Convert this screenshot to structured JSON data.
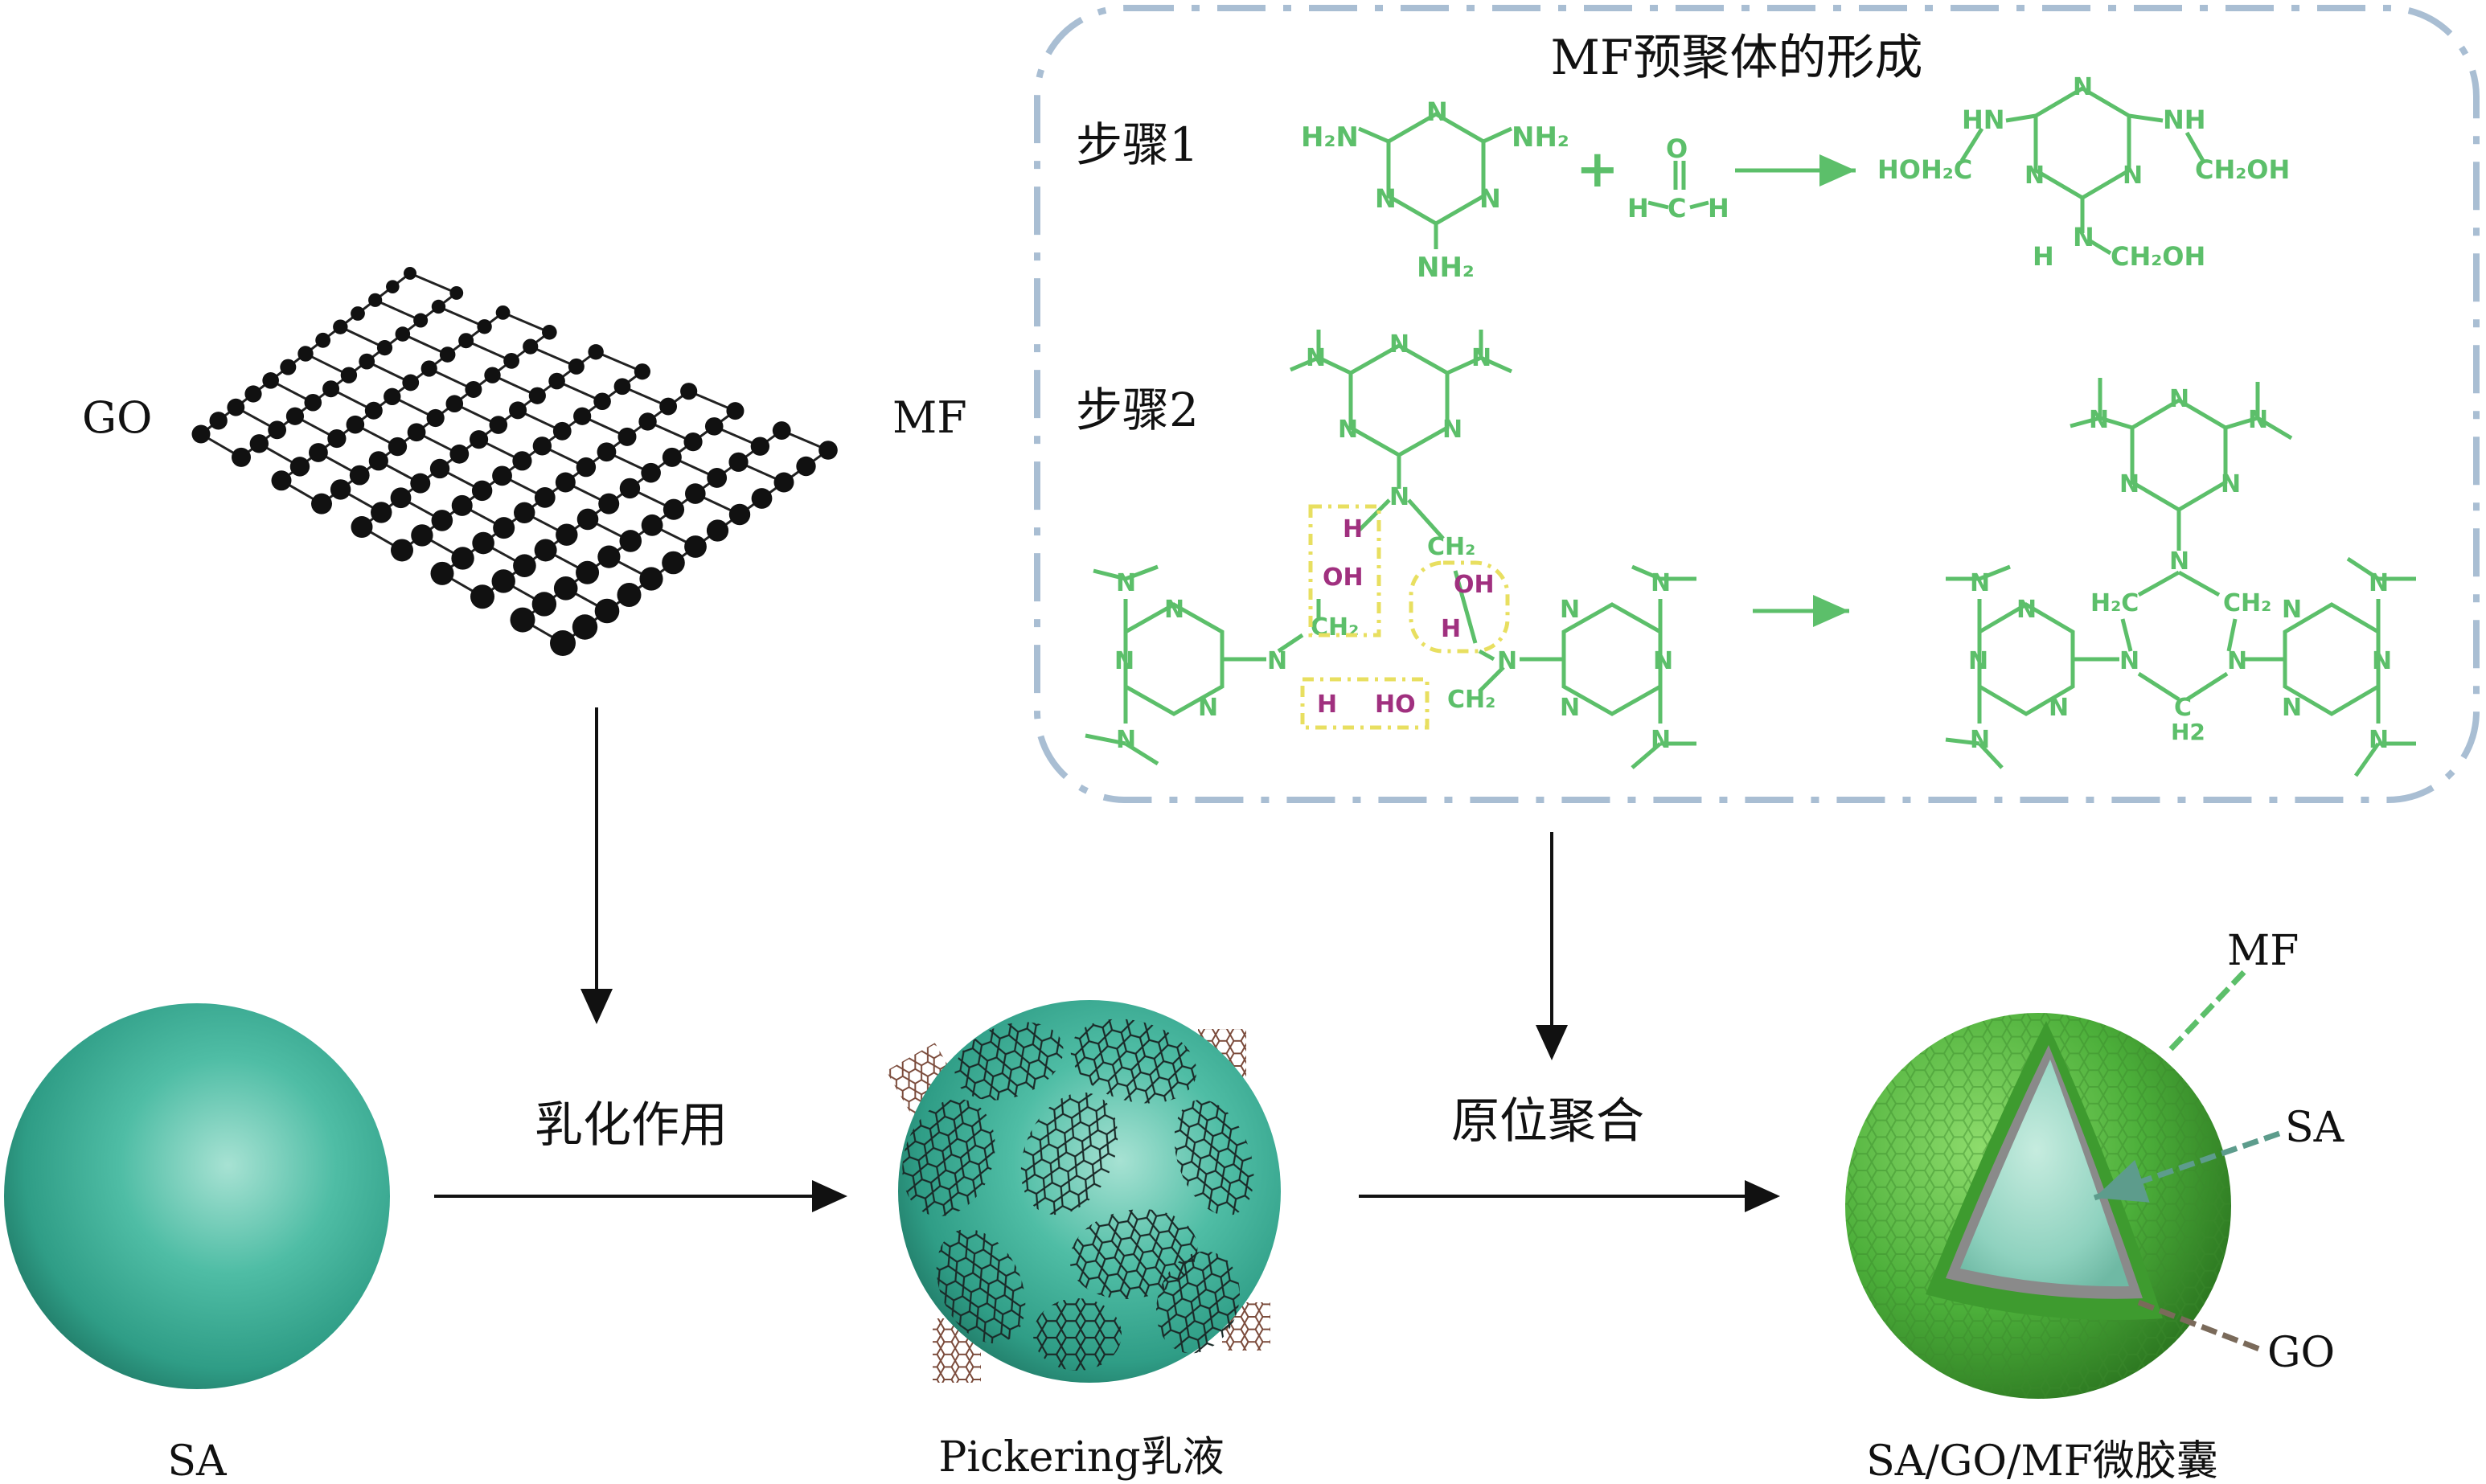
{
  "box": {
    "title": "MF预聚体的形成",
    "step1": "步骤1",
    "step2": "步骤2",
    "border_color": "#a9bed3"
  },
  "labels": {
    "go": "GO",
    "mf": "MF",
    "sa": "SA",
    "pickering": "Pickering乳液",
    "microcapsule": "SA/GO/MF微胶囊",
    "emulsify": "乳化作用",
    "polymerize": "原位聚合",
    "capsule_mf": "MF",
    "capsule_sa": "SA",
    "capsule_go": "GO"
  },
  "chem": {
    "h2n": "H₂N",
    "nh2": "NH₂",
    "nh2_bottom": "NH₂",
    "n": "N",
    "plus": "+",
    "o": "O",
    "c": "C",
    "h": "H",
    "hn": "HN",
    "nh": "NH",
    "hoh2c": "HOH₂C",
    "ch2oh": "CH₂OH",
    "ch2": "CH₂",
    "h2c": "H₂C",
    "h2": "H2",
    "oh": "OH",
    "ho": "HO"
  },
  "colors": {
    "chem_green": "#5cbf6a",
    "highlight_magenta": "#a0307f",
    "dash_yellow": "#e8df60",
    "sphere_teal": "#3fb29a",
    "capsule_green": "#4caf3a",
    "arrow": "#111111"
  }
}
